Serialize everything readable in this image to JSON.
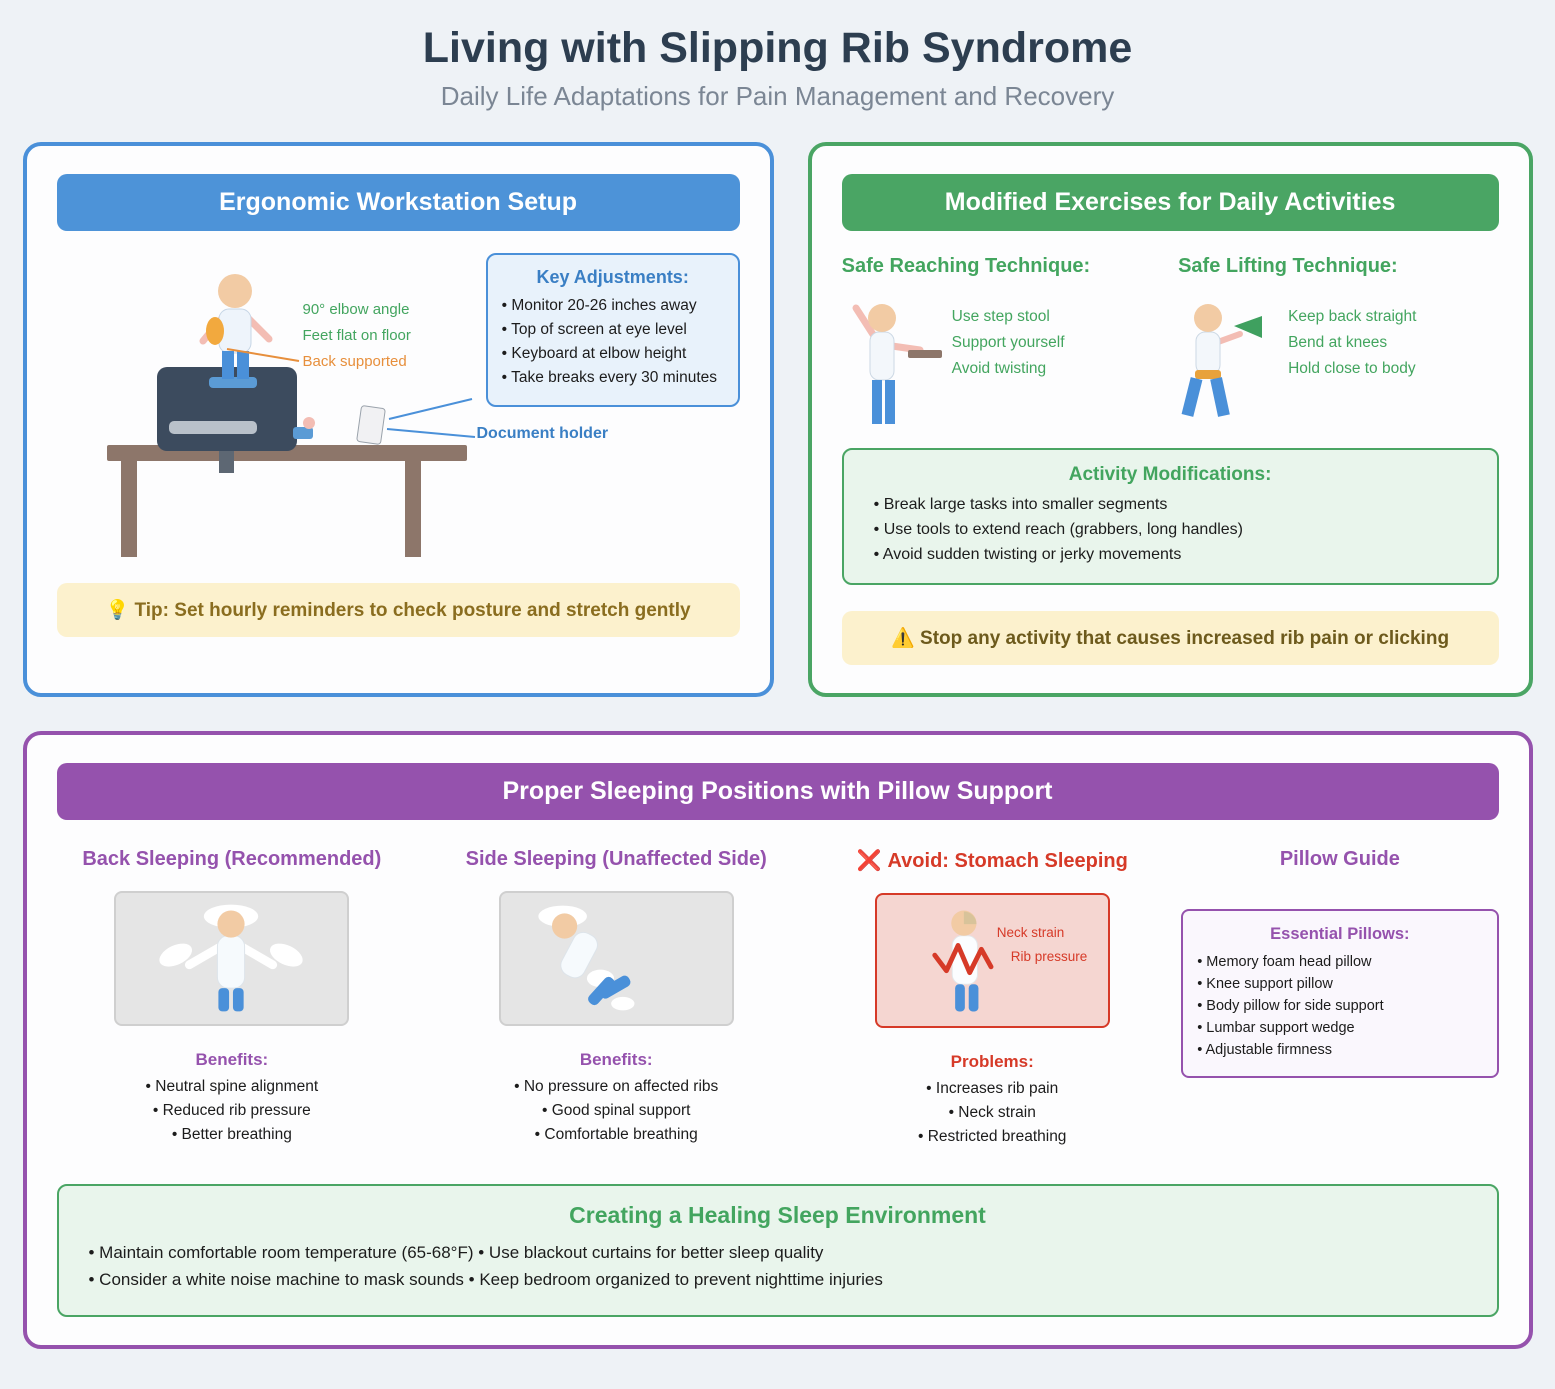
{
  "page": {
    "title": "Living with Slipping Rib Syndrome",
    "subtitle": "Daily Life Adaptations for Pain Management and Recovery"
  },
  "icons": {
    "tip": "💡",
    "warning": "⚠️",
    "avoid": "❌"
  },
  "colors": {
    "blue": "#4a90d9",
    "green": "#4aa564",
    "purple": "#9552ad",
    "red": "#d63a28",
    "orange": "#e78f3c",
    "navy_title": "#2d3e50",
    "tip_background": "#fcf1cd"
  },
  "ergonomic": {
    "header": "Ergonomic Workstation Setup",
    "annotations": {
      "elbow": "90° elbow angle",
      "feet": "Feet flat on floor",
      "back": "Back supported",
      "document": "Document holder"
    },
    "key_adjustments": {
      "title": "Key Adjustments:",
      "items": [
        "• Monitor 20-26 inches away",
        "• Top of screen at eye level",
        "• Keyboard at elbow height",
        "• Take breaks every 30 minutes"
      ]
    },
    "tip": "Tip: Set hourly reminders to check posture and stretch gently"
  },
  "exercises": {
    "header": "Modified Exercises for Daily Activities",
    "reaching": {
      "title": "Safe Reaching Technique:",
      "items": [
        "Use step stool",
        "Support yourself",
        "Avoid twisting"
      ]
    },
    "lifting": {
      "title": "Safe Lifting Technique:",
      "items": [
        "Keep back straight",
        "Bend at knees",
        "Hold close to body"
      ]
    },
    "modifications": {
      "title": "Activity Modifications:",
      "items": [
        "• Break large tasks into smaller segments",
        "• Use tools to extend reach (grabbers, long handles)",
        "• Avoid sudden twisting or jerky movements"
      ]
    },
    "warning": "Stop any activity that causes increased rib pain or clicking"
  },
  "sleeping": {
    "header": "Proper Sleeping Positions with Pillow Support",
    "back": {
      "title": "Back Sleeping (Recommended)",
      "label": "Benefits:",
      "items": [
        "• Neutral spine alignment",
        "• Reduced rib pressure",
        "• Better breathing"
      ]
    },
    "side": {
      "title": "Side Sleeping (Unaffected Side)",
      "label": "Benefits:",
      "items": [
        "• No pressure on affected ribs",
        "• Good spinal support",
        "• Comfortable breathing"
      ]
    },
    "stomach": {
      "title": "Avoid: Stomach Sleeping",
      "annotations": [
        "Neck strain",
        "Rib pressure"
      ],
      "label": "Problems:",
      "items": [
        "• Increases rib pain",
        "• Neck strain",
        "• Restricted breathing"
      ]
    },
    "pillows": {
      "title": "Pillow Guide",
      "box_title": "Essential Pillows:",
      "items": [
        "• Memory foam head pillow",
        "• Knee support pillow",
        "• Body pillow for side support",
        "• Lumbar support wedge",
        "• Adjustable firmness"
      ]
    },
    "environment": {
      "title": "Creating a Healing Sleep Environment",
      "lines": [
        "• Maintain comfortable room temperature (65-68°F) • Use blackout curtains for better sleep quality",
        "• Consider a white noise machine to mask sounds • Keep bedroom organized to prevent nighttime injuries"
      ]
    }
  }
}
